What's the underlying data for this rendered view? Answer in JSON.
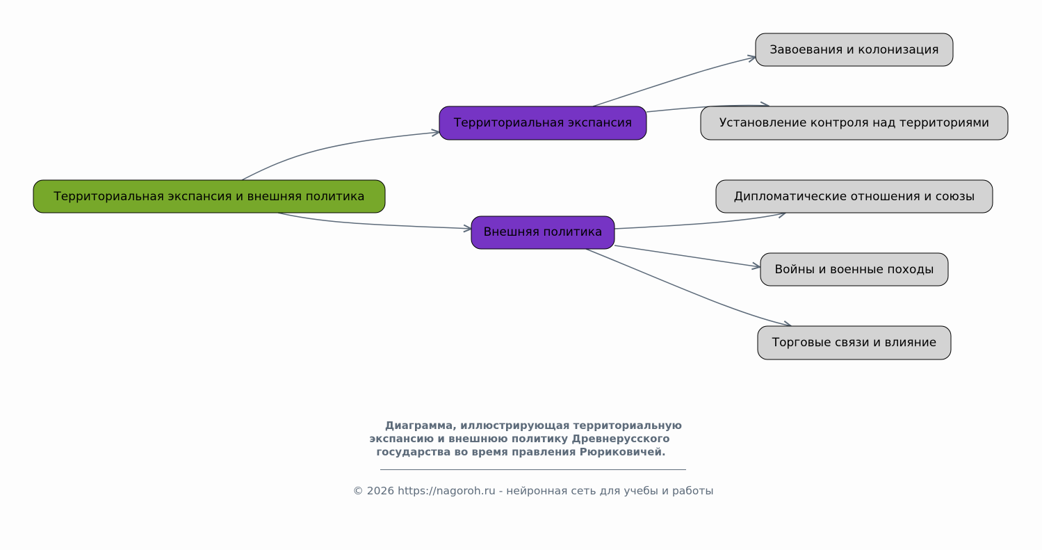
{
  "diagram": {
    "root": {
      "label": "Территориальная экспансия и внешняя политика",
      "color": "#77a82a"
    },
    "branches": [
      {
        "label": "Территориальная экспансия",
        "color": "#7634c4",
        "children": [
          "Завоевания и колонизация",
          "Установление контроля над территориями"
        ]
      },
      {
        "label": "Внешняя политика",
        "color": "#7634c4",
        "children": [
          "Дипломатические отношения и союзы",
          "Войны и военные походы",
          "Торговые связи и влияние"
        ]
      }
    ],
    "leaf_color": "#d3d3d3",
    "edge_color": "#5d6b7a"
  },
  "caption": {
    "lines": [
      "Диаграмма, иллюстрирующая территориальную",
      "экспансию и внешнюю политику Древнерусского",
      "государства во время правления Рюриковичей."
    ]
  },
  "footer": {
    "copyright": "© 2026 https://nagoroh.ru - нейронная сеть для учебы и работы"
  }
}
